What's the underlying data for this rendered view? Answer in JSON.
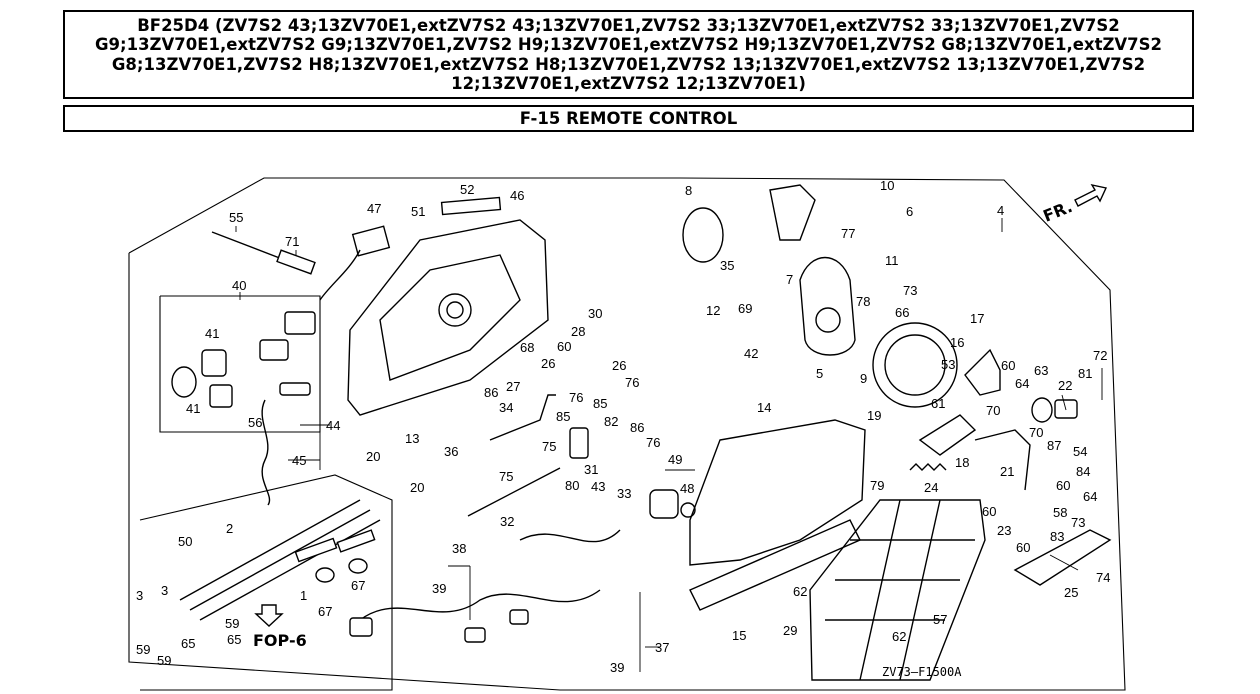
{
  "header": {
    "model_title": "BF25D4 (ZV7S2 43;13ZV70E1,extZV7S2 43;13ZV70E1,ZV7S2 33;13ZV70E1,extZV7S2 33;13ZV70E1,ZV7S2 G9;13ZV70E1,extZV7S2 G9;13ZV70E1,ZV7S2 H9;13ZV70E1,extZV7S2 H9;13ZV70E1,ZV7S2 G8;13ZV70E1,extZV7S2 G8;13ZV70E1,ZV7S2 H8;13ZV70E1,extZV7S2 H8;13ZV70E1,ZV7S2 13;13ZV70E1,extZV7S2 13;13ZV70E1,ZV7S2 12;13ZV70E1,extZV7S2 12;13ZV70E1)",
    "section_title": "F-15 REMOTE CONTROL"
  },
  "diagram": {
    "direction_label": "FR.",
    "reference_label": "FOP-6",
    "drawing_code": "ZV73–F1500A",
    "callouts": [
      "1",
      "2",
      "3",
      "3",
      "4",
      "5",
      "6",
      "7",
      "8",
      "9",
      "10",
      "11",
      "12",
      "13",
      "14",
      "15",
      "16",
      "17",
      "18",
      "19",
      "20",
      "20",
      "21",
      "22",
      "23",
      "24",
      "25",
      "26",
      "26",
      "27",
      "28",
      "29",
      "30",
      "31",
      "32",
      "33",
      "34",
      "35",
      "36",
      "37",
      "38",
      "39",
      "39",
      "40",
      "41",
      "41",
      "42",
      "43",
      "44",
      "45",
      "46",
      "47",
      "48",
      "49",
      "50",
      "51",
      "52",
      "53",
      "54",
      "55",
      "56",
      "57",
      "58",
      "59",
      "59",
      "59",
      "60",
      "60",
      "60",
      "60",
      "60",
      "61",
      "62",
      "62",
      "63",
      "64",
      "64",
      "65",
      "65",
      "66",
      "67",
      "67",
      "68",
      "69",
      "70",
      "70",
      "71",
      "72",
      "73",
      "73",
      "74",
      "75",
      "75",
      "76",
      "76",
      "76",
      "77",
      "78",
      "79",
      "80",
      "81",
      "82",
      "83",
      "84",
      "85",
      "85",
      "86",
      "86",
      "87"
    ]
  }
}
